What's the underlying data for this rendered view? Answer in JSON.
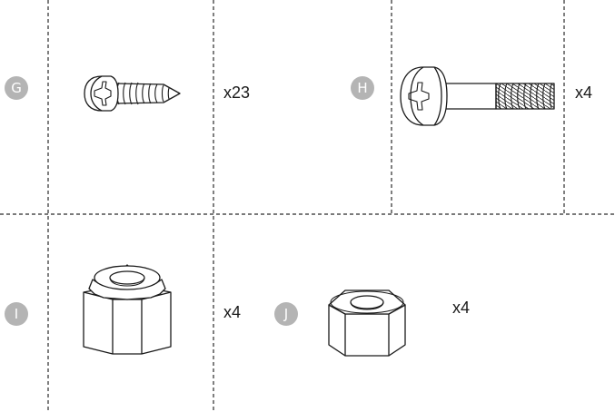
{
  "parts": [
    {
      "id": "G",
      "quantity": "x23",
      "item": "phillips-truss-head-tapping-screw"
    },
    {
      "id": "H",
      "quantity": "x4",
      "item": "phillips-pan-head-machine-bolt"
    },
    {
      "id": "I",
      "quantity": "x4",
      "item": "kep-lock-nut"
    },
    {
      "id": "J",
      "quantity": "x4",
      "item": "hex-nut"
    }
  ],
  "colors": {
    "badge": "#b4b4b4",
    "line": "#1a1a1a",
    "divider": "#2a2a2a"
  }
}
